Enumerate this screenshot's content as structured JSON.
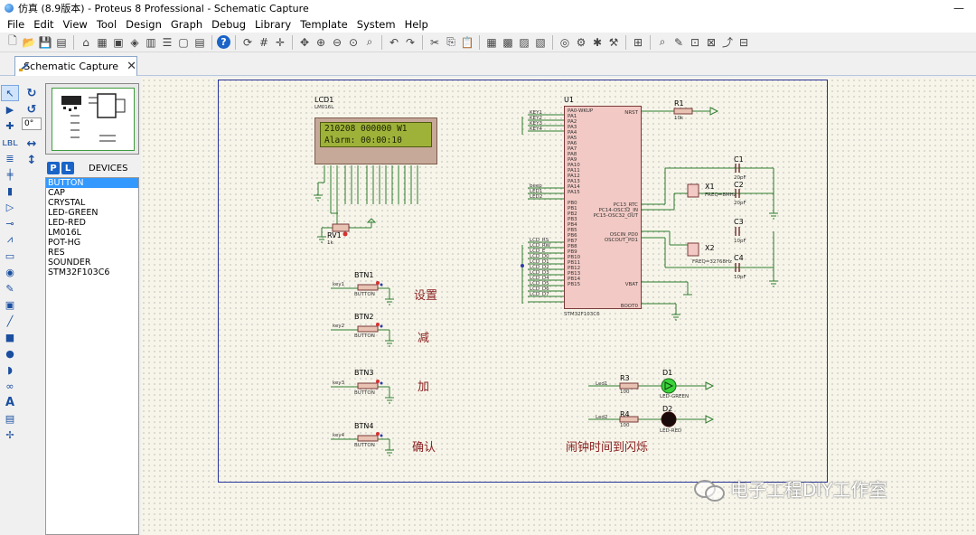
{
  "window": {
    "title": "仿真 (8.9版本) - Proteus 8 Professional - Schematic Capture",
    "minimize": "—"
  },
  "menu": [
    "File",
    "Edit",
    "View",
    "Tool",
    "Design",
    "Graph",
    "Debug",
    "Library",
    "Template",
    "System",
    "Help"
  ],
  "tab": {
    "label": "Schematic Capture",
    "close": "✕"
  },
  "rotation": {
    "angle": "0°"
  },
  "devices": {
    "pick_button": "P",
    "library_button": "L",
    "label": "DEVICES",
    "items": [
      "BUTTON",
      "CAP",
      "CRYSTAL",
      "LED-GREEN",
      "LED-RED",
      "LM016L",
      "POT-HG",
      "RES",
      "SOUNDER",
      "STM32F103C6"
    ],
    "selected": "BUTTON"
  },
  "schematic": {
    "lcd": {
      "ref": "LCD1",
      "part": "LM016L",
      "line1": "210208 000000 W1",
      "line2": "Alarm: 00:00:10"
    },
    "pot": {
      "ref": "RV1",
      "value": "1k"
    },
    "mcu": {
      "ref": "U1",
      "part": "STM32F103C6",
      "pins_left": [
        "PA0-WKUP",
        "PA1",
        "PA2",
        "PA3",
        "PA4",
        "PA5",
        "PA6",
        "PA7",
        "PA8",
        "PA9",
        "PA10",
        "PA11",
        "PA12",
        "PA13",
        "PA14",
        "PA15",
        "PB0",
        "PB1",
        "PB2",
        "PB3",
        "PB4",
        "PB5",
        "PB6",
        "PB7",
        "PB8",
        "PB9",
        "PB10",
        "PB11",
        "PB12",
        "PB13",
        "PB14",
        "PB15"
      ],
      "pins_right": [
        "NRST",
        "PC13_RTC",
        "PC14-OSC32_IN",
        "PC15-OSC32_OUT",
        "OSCIN_PD0",
        "OSCOUT_PD1",
        "VBAT",
        "BOOT0"
      ]
    },
    "r1": {
      "ref": "R1",
      "value": "10k"
    },
    "caps": [
      {
        "ref": "C1",
        "value": "20pF"
      },
      {
        "ref": "C2",
        "value": "20pF"
      },
      {
        "ref": "C3",
        "value": "10pF"
      },
      {
        "ref": "C4",
        "value": "10pF"
      }
    ],
    "crystals": [
      {
        "ref": "X1",
        "value": "FREQ=8MHz"
      },
      {
        "ref": "X2",
        "value": "FREQ=32768Hz"
      }
    ],
    "buttons": [
      {
        "ref": "BTN1",
        "net": "key1",
        "type": "BUTTON",
        "label_cn": "设置"
      },
      {
        "ref": "BTN2",
        "net": "key2",
        "type": "BUTTON",
        "label_cn": "减"
      },
      {
        "ref": "BTN3",
        "net": "key3",
        "type": "BUTTON",
        "label_cn": "加"
      },
      {
        "ref": "BTN4",
        "net": "key4",
        "type": "BUTTON",
        "label_cn": "确认"
      }
    ],
    "r3": {
      "ref": "R3",
      "value": "100",
      "net": "Led1"
    },
    "r4": {
      "ref": "R4",
      "value": "100",
      "net": "Led2"
    },
    "d1": {
      "ref": "D1",
      "part": "LED-GREEN"
    },
    "d2": {
      "ref": "D2",
      "part": "LED-RED"
    },
    "alarm_note": "闹钟时间到闪烁",
    "lcd_nets": [
      "LCD_RS",
      "LCD_RW",
      "LCD_E",
      "LCD_D0",
      "LCD_D1",
      "LCD_D2",
      "LCD_D3",
      "LCD_D4",
      "LCD_D5",
      "LCD_D6",
      "LCD_D7"
    ],
    "key_nets": [
      "KEY1",
      "KEY2",
      "KEY3",
      "KEY4"
    ],
    "led_nets": [
      "beep",
      "LED1",
      "LED2"
    ]
  },
  "watermark": "电子工程DIY工作室"
}
